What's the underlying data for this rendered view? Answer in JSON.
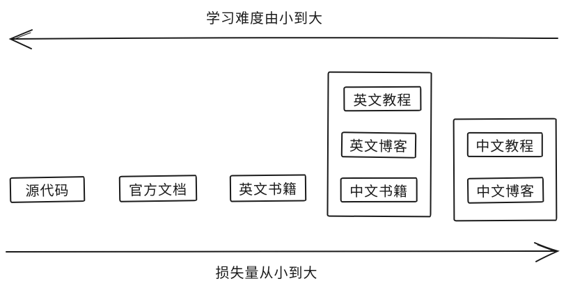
{
  "diagram": {
    "background": "#ffffff",
    "stroke_color": "#1a1a1a",
    "text_color": "#1a1a1a",
    "top_arrow": {
      "label": "学习难度由小到大",
      "direction": "left"
    },
    "bottom_arrow": {
      "label": "损失量从小到大",
      "direction": "right"
    },
    "nodes": [
      {
        "label": "源代码"
      },
      {
        "label": "官方文档"
      },
      {
        "label": "英文书籍"
      }
    ],
    "groups": [
      {
        "items": [
          {
            "label": "英文教程"
          },
          {
            "label": "英文博客"
          },
          {
            "label": "中文书籍"
          }
        ]
      },
      {
        "items": [
          {
            "label": "中文教程"
          },
          {
            "label": "中文博客"
          }
        ]
      }
    ]
  }
}
